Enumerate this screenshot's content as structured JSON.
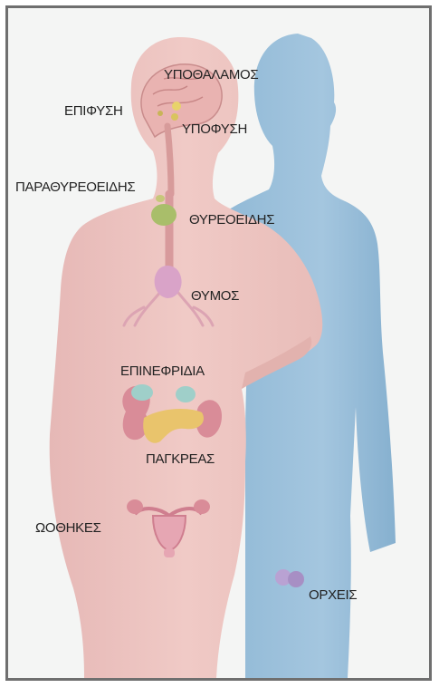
{
  "labels": {
    "hypothalamus": "ΥΠΟΘΑΛΑΜΟΣ",
    "pineal": "ΕΠΙΦΥΣΗ",
    "pituitary": "ΥΠΟΦΥΣΗ",
    "parathyroid": "ΠΑΡΑΘΥΡΕΟΕΙΔΗΣ",
    "thyroid": "ΘΥΡΕΟΕΙΔΗΣ",
    "thymus": "ΘΥΜΟΣ",
    "adrenals": "ΕΠΙΝΕΦΡΙΔΙΑ",
    "pancreas": "ΠΑΓΚΡΕΑΣ",
    "ovaries": "ΩΟΘΗΚΕΣ",
    "testes": "ΟΡΧΕΙΣ"
  },
  "colors": {
    "female_body": "#edc3c0",
    "male_body": "#8fb8d5",
    "background": "#f4f5f4",
    "label_text": "#222222",
    "thyroid": "#a9be6a",
    "thymus": "#d9a3c8",
    "pancreas": "#e9c46c",
    "adrenal": "#9fcfc9",
    "kidney": "#d98c98",
    "testes": "#b9a2d3"
  }
}
